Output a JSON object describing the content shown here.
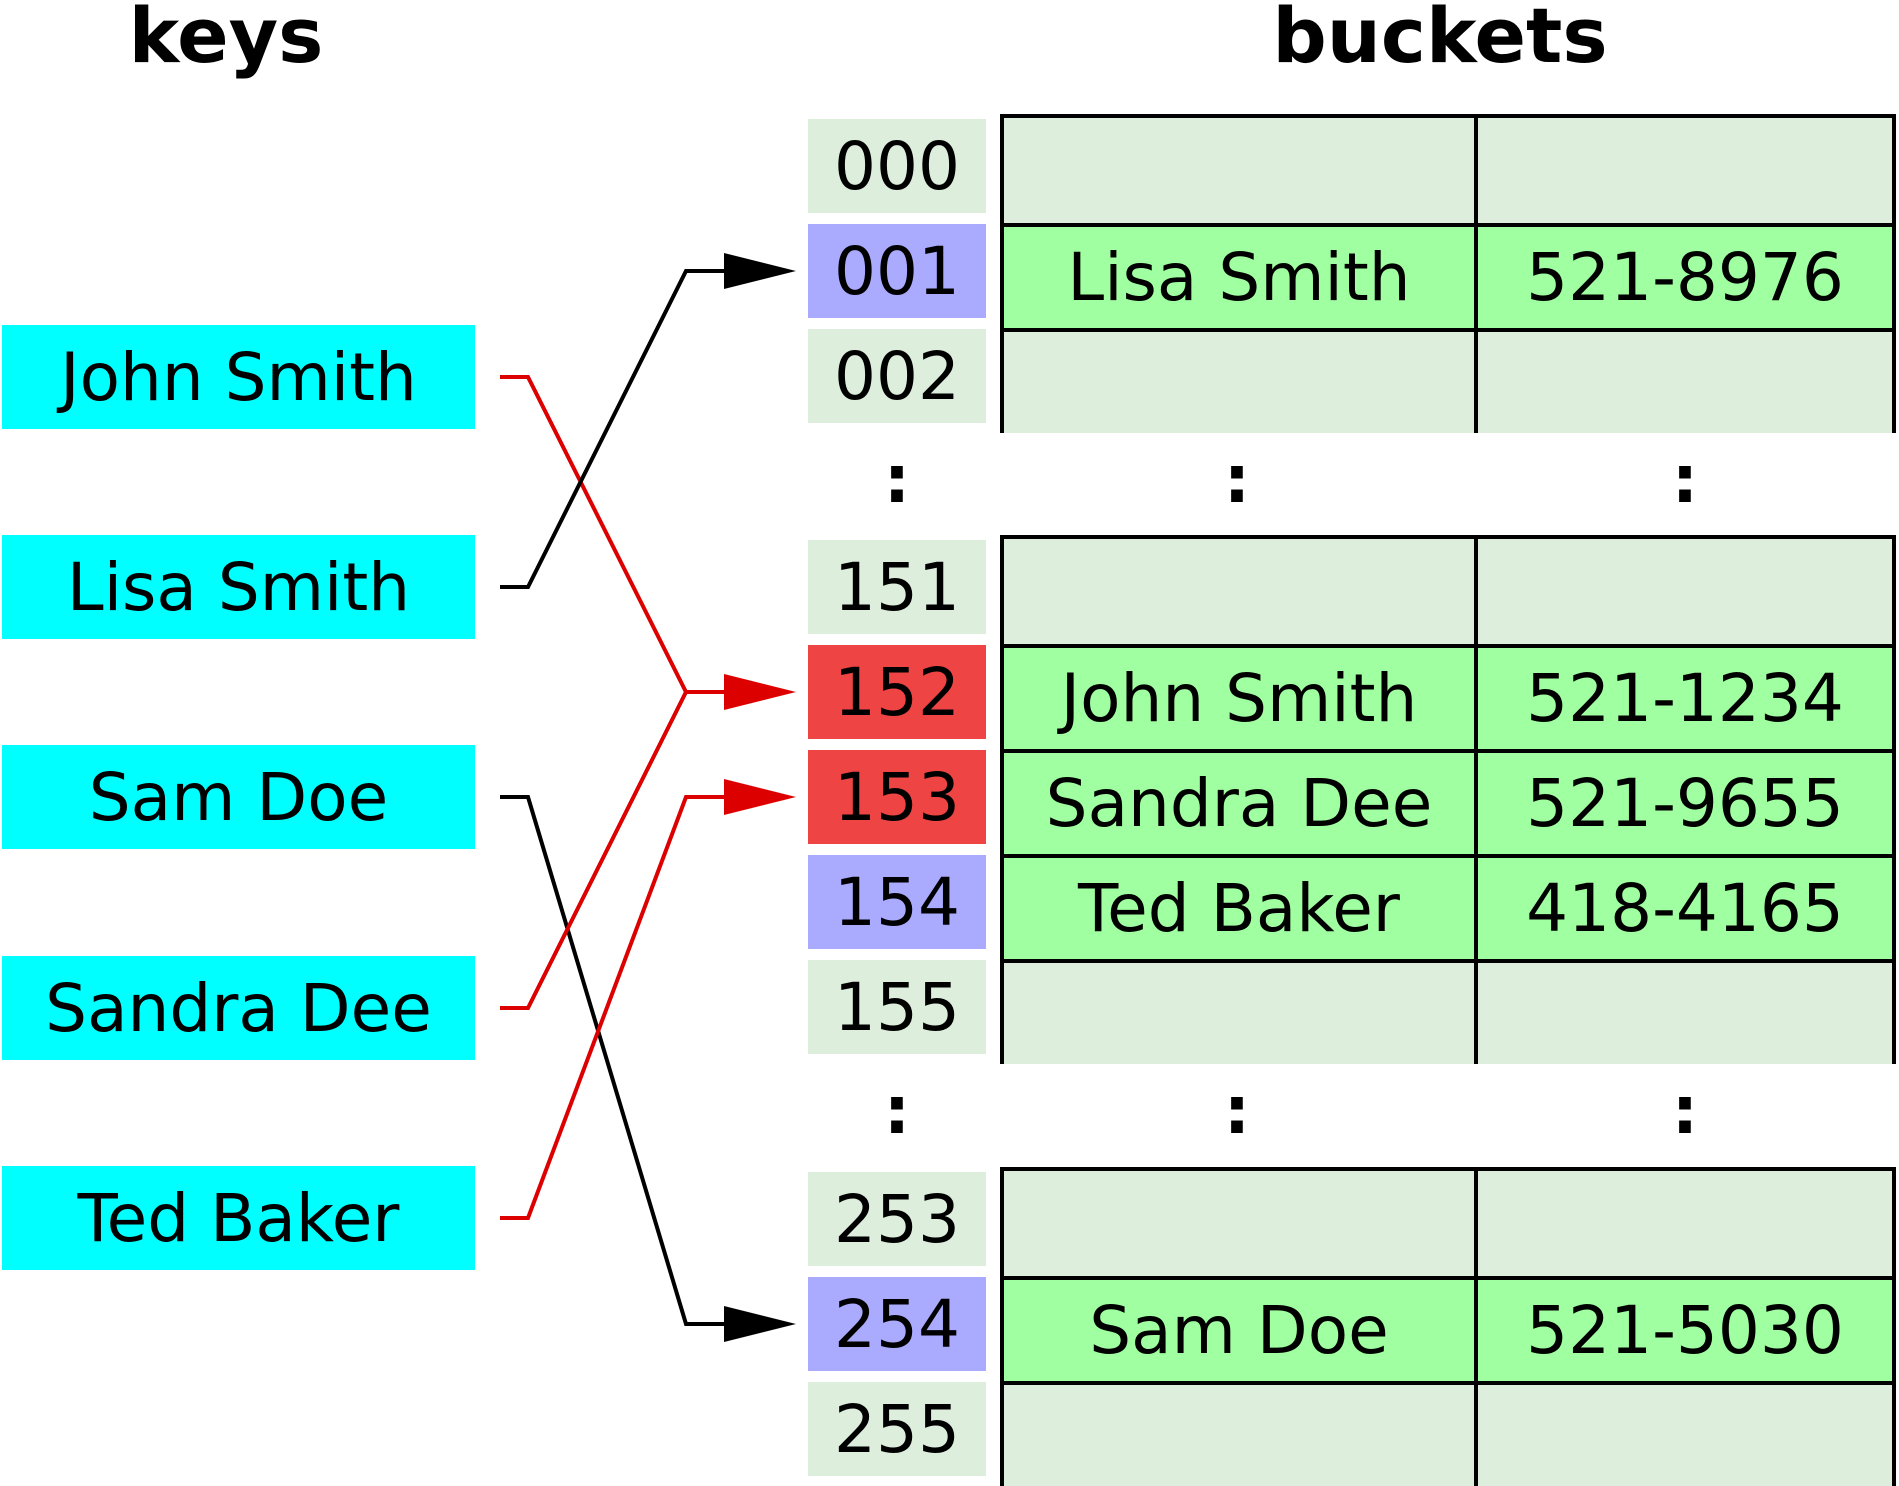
{
  "headings": {
    "keys": "keys",
    "buckets": "buckets"
  },
  "colors": {
    "key_fill": "#00ffff",
    "empty_slot": "#ddeedd",
    "occupied_slot": "#aaaaff",
    "collision_slot": "#ee4444",
    "filled_bucket": "#a0ffa0",
    "empty_bucket": "#ddeedd",
    "direct_arrow": "#000000",
    "collision_arrow": "#dd0000"
  },
  "keys": [
    "John Smith",
    "Lisa Smith",
    "Sam Doe",
    "Sandra Dee",
    "Ted Baker"
  ],
  "ellipsis": ":",
  "groups": [
    {
      "slots": [
        {
          "index": "000",
          "state": "empty",
          "name": "",
          "phone": ""
        },
        {
          "index": "001",
          "state": "occupied",
          "name": "Lisa Smith",
          "phone": "521-8976"
        },
        {
          "index": "002",
          "state": "empty",
          "name": "",
          "phone": ""
        }
      ]
    },
    {
      "slots": [
        {
          "index": "151",
          "state": "empty",
          "name": "",
          "phone": ""
        },
        {
          "index": "152",
          "state": "collision",
          "name": "John Smith",
          "phone": "521-1234"
        },
        {
          "index": "153",
          "state": "collision",
          "name": "Sandra Dee",
          "phone": "521-9655"
        },
        {
          "index": "154",
          "state": "occupied",
          "name": "Ted Baker",
          "phone": "418-4165"
        },
        {
          "index": "155",
          "state": "empty",
          "name": "",
          "phone": ""
        }
      ]
    },
    {
      "slots": [
        {
          "index": "253",
          "state": "empty",
          "name": "",
          "phone": ""
        },
        {
          "index": "254",
          "state": "occupied",
          "name": "Sam Doe",
          "phone": "521-5030"
        },
        {
          "index": "255",
          "state": "empty",
          "name": "",
          "phone": ""
        }
      ]
    }
  ],
  "mappings": [
    {
      "key": "John Smith",
      "slot": "152",
      "kind": "collision"
    },
    {
      "key": "Lisa Smith",
      "slot": "001",
      "kind": "direct"
    },
    {
      "key": "Sam Doe",
      "slot": "254",
      "kind": "direct"
    },
    {
      "key": "Sandra Dee",
      "slot": "152",
      "kind": "collision"
    },
    {
      "key": "Ted Baker",
      "slot": "153",
      "kind": "collision"
    }
  ]
}
